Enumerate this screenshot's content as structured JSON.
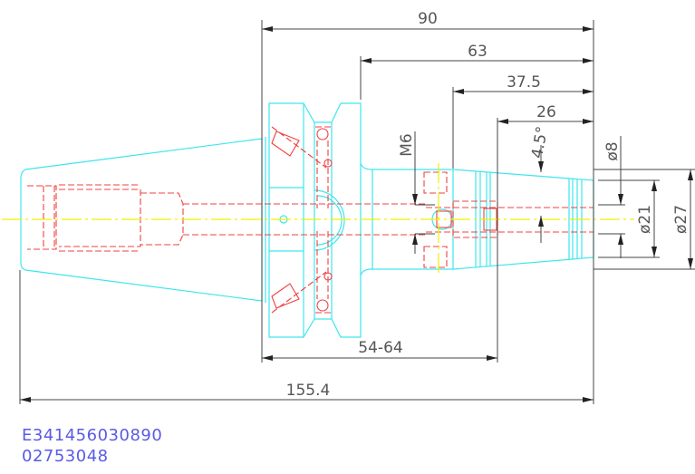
{
  "drawing": {
    "dimensions": {
      "overall_length": "155.4",
      "flange_to_nose": "90",
      "neck_to_nose": "63",
      "body_to_nose": "37.5",
      "clamp_to_nose": "26",
      "adjust_range": "54-64",
      "thread": "M6",
      "taper_angle": "4.5°",
      "bore_dia": "ø8",
      "nose_dia": "ø21",
      "body_dia": "ø27"
    },
    "colors": {
      "outline": "#3ee6ee",
      "hidden": "#f04040",
      "centerline": "#f0f000",
      "dimension": "#444444",
      "code_text": "#5a5ae6"
    }
  },
  "codes": {
    "part_number": "E341456030890",
    "order_number": "02753048"
  }
}
